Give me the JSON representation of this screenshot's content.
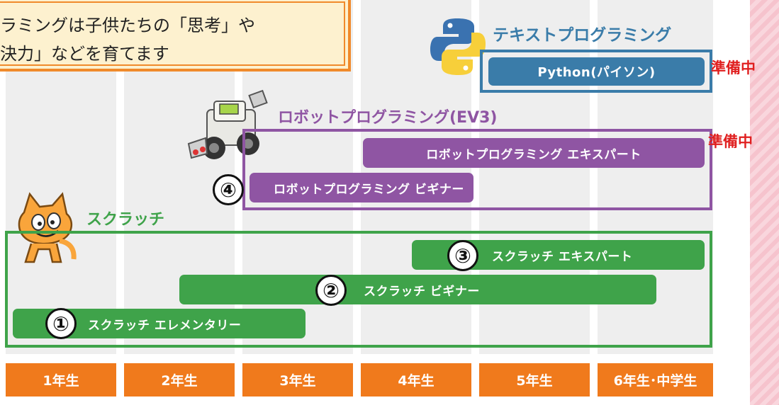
{
  "note": {
    "line1": "ラミングは子供たちの「思考」や",
    "line2": "決力」などを育てます"
  },
  "grades": [
    "1年生",
    "2年生",
    "3年生",
    "4年生",
    "5年生",
    "6年生･中学生"
  ],
  "text_programming": {
    "heading": "テキストプログラミング",
    "bar_label": "Python(パイソン)",
    "status": "準備中"
  },
  "robot_programming": {
    "heading": "ロボットプログラミング(EV3)",
    "expert_label": "ロボットプログラミング エキスパート",
    "beginner_label": "ロボットプログラミング ビギナー",
    "beginner_number": "④",
    "status": "準備中"
  },
  "scratch": {
    "heading": "スクラッチ",
    "expert_label": "スクラッチ エキスパート",
    "expert_number": "③",
    "beginner_label": "スクラッチ ビギナー",
    "beginner_number": "②",
    "elementary_label": "スクラッチ エレメンタリー",
    "elementary_number": "①"
  },
  "colors": {
    "grade_orange": "#f07a1c",
    "scratch_green": "#3fa34a",
    "robot_purple": "#8f55a3",
    "python_blue": "#3a7ca9",
    "status_red": "#e02020"
  },
  "icons": [
    "python-logo-icon",
    "ev3-robot-icon",
    "scratch-cat-icon"
  ]
}
